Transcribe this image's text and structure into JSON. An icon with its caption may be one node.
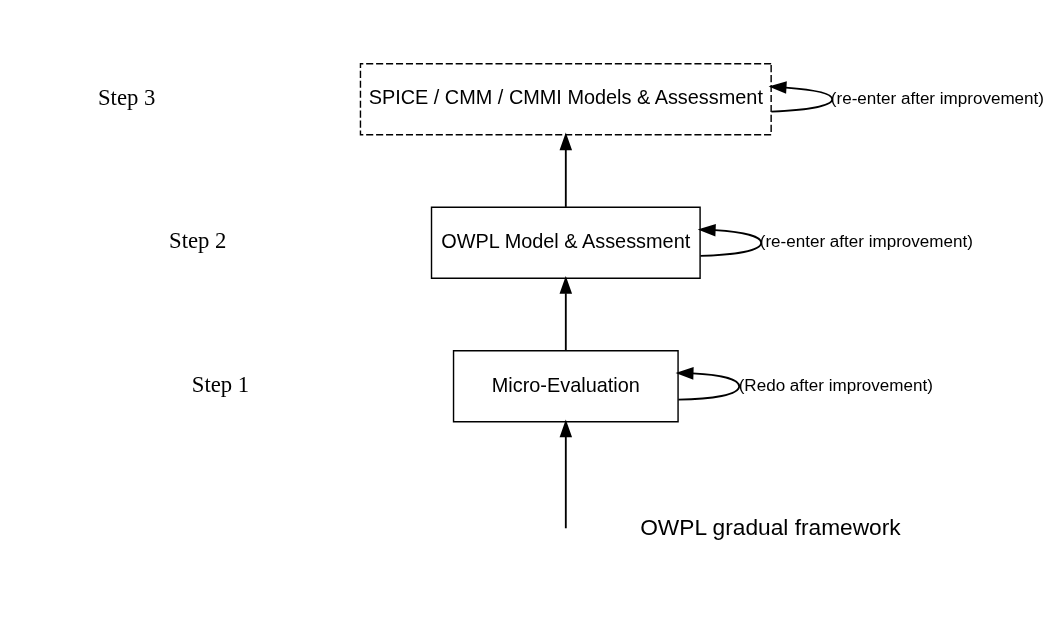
{
  "diagram": {
    "nodes": [
      {
        "text": [
          "SPICE / CMM / CMMI Models & Assessment"
        ]
      },
      {
        "text": [
          "OWPL Model & Assessment"
        ]
      },
      {
        "text": [
          "Micro-Evaluation"
        ]
      }
    ],
    "edges": [
      {
        "from": 0,
        "to": 0,
        "arrow": "to",
        "label": "(re-enter after improvement)"
      },
      {
        "from": 1,
        "to": 0,
        "arrow": "to"
      },
      {
        "from": 1,
        "to": 1,
        "arrow": "to",
        "label": "(re-enter after improvement)"
      },
      {
        "from": 2,
        "to": 1,
        "arrow": "to"
      },
      {
        "from": 2,
        "to": 2,
        "arrow": "to",
        "label": "(Redo after improvement)"
      },
      {
        "from": null,
        "to": 2,
        "arrow": "to"
      }
    ],
    "labels": [
      "Step 3",
      "Step 2",
      "Step 1",
      "OWPL gradual framework"
    ]
  }
}
